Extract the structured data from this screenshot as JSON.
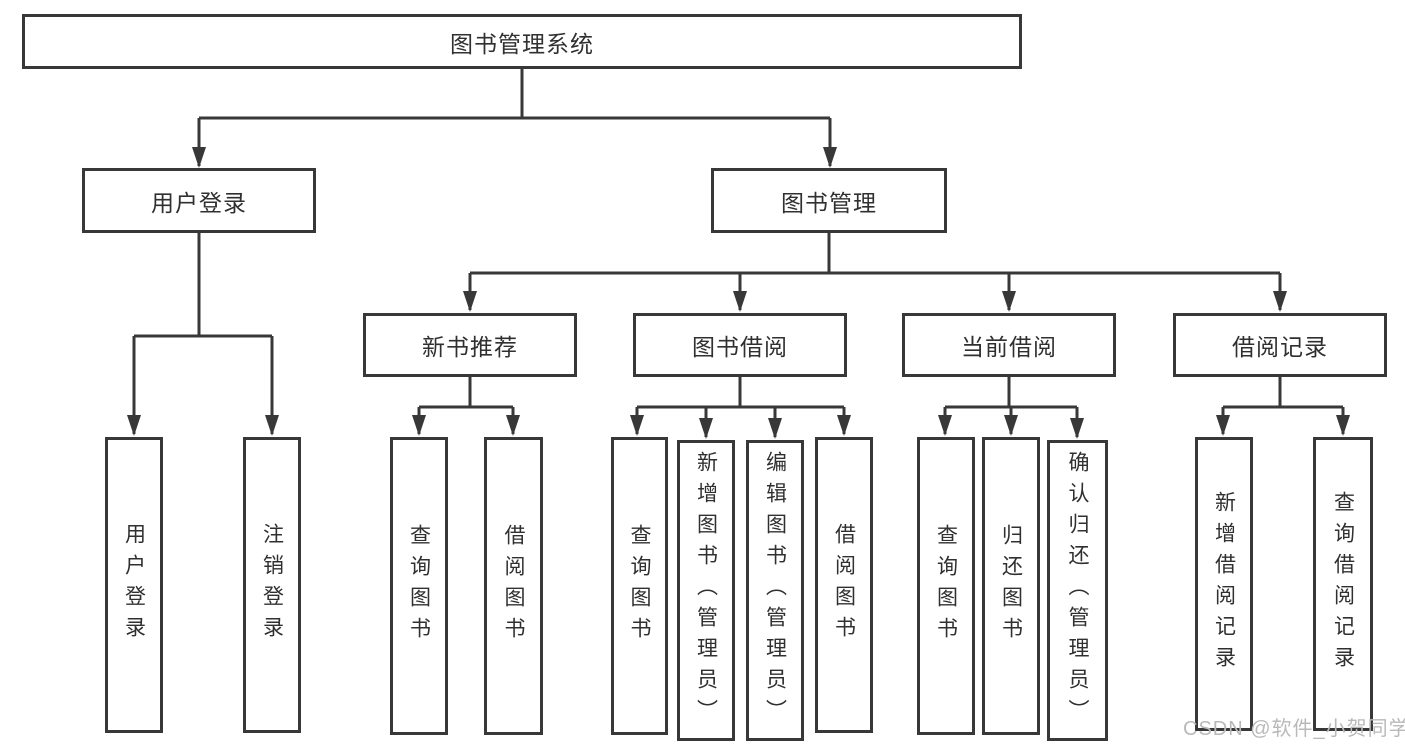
{
  "tree": {
    "root": {
      "label": "图书管理系统",
      "children": [
        {
          "label": "用户登录",
          "children": [
            {
              "label": "用户登录"
            },
            {
              "label": "注销登录"
            }
          ]
        },
        {
          "label": "图书管理",
          "children": [
            {
              "label": "新书推荐",
              "children": [
                {
                  "label": "查询图书"
                },
                {
                  "label": "借阅图书"
                }
              ]
            },
            {
              "label": "图书借阅",
              "children": [
                {
                  "label": "查询图书"
                },
                {
                  "label": "新增图书（管理员）"
                },
                {
                  "label": "编辑图书（管理员）"
                },
                {
                  "label": "借阅图书"
                }
              ]
            },
            {
              "label": "当前借阅",
              "children": [
                {
                  "label": "查询图书"
                },
                {
                  "label": "归还图书"
                },
                {
                  "label": "确认归还（管理员）"
                }
              ]
            },
            {
              "label": "借阅记录",
              "children": [
                {
                  "label": "新增借阅记录"
                },
                {
                  "label": "查询借阅记录"
                }
              ]
            }
          ]
        }
      ]
    }
  },
  "watermark": {
    "text": "CSDN @软件_小贺同学"
  },
  "colors": {
    "line": "#383838",
    "text": "#303030",
    "watermark": "#b9b9b9",
    "background": "#ffffff"
  }
}
